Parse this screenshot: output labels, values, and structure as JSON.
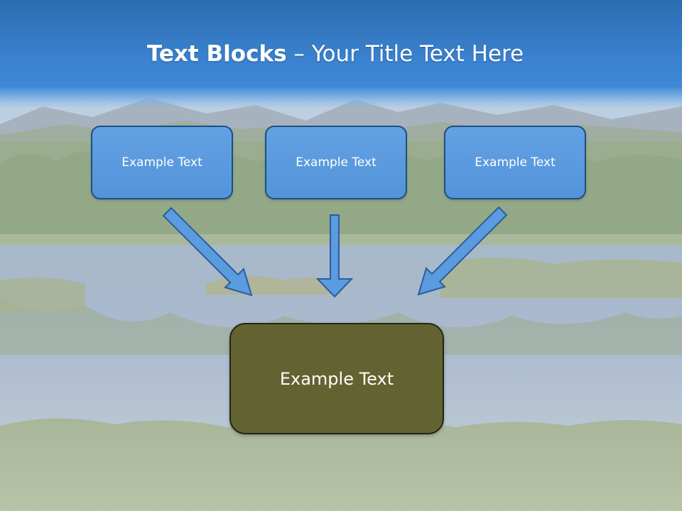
{
  "header": {
    "title_bold": "Text Blocks",
    "title_rest": " – Your Title Text Here"
  },
  "diagram": {
    "top_boxes": [
      {
        "label": "Example Text"
      },
      {
        "label": "Example Text"
      },
      {
        "label": "Example Text"
      }
    ],
    "main_box": {
      "label": "Example Text"
    }
  },
  "colors": {
    "header_blue": "#3a82cf",
    "top_box_fill": "#5b9bdf",
    "top_box_border": "#1f4e85",
    "main_box_fill": "#636331",
    "main_box_border": "#252514",
    "arrow_fill": "#5b9bdf",
    "arrow_stroke": "#2a5e9c"
  },
  "icons": {
    "arrow": "arrow-down-icon"
  }
}
